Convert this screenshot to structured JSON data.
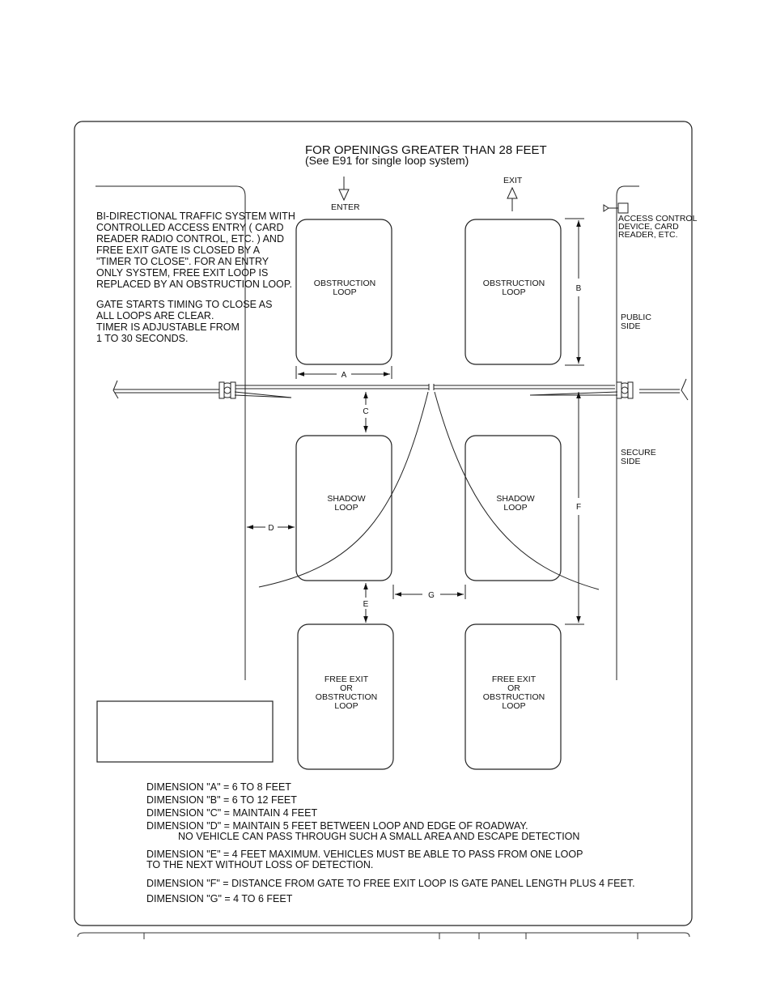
{
  "title": "FOR OPENINGS GREATER THAN 28 FEET",
  "subtitle": "(See E91 for single loop system)",
  "enter_label": "ENTER",
  "exit_label": "EXIT",
  "description_lines": [
    "BI-DIRECTIONAL TRAFFIC SYSTEM WITH",
    "CONTROLLED ACCESS ENTRY ( CARD",
    "READER RADIO CONTROL, ETC. ) AND",
    "FREE EXIT GATE IS CLOSED BY A",
    "\"TIMER TO CLOSE\".  FOR AN ENTRY",
    "ONLY SYSTEM, FREE EXIT LOOP IS",
    "REPLACED BY AN OBSTRUCTION LOOP."
  ],
  "timer_lines": [
    "GATE STARTS TIMING TO CLOSE AS",
    "ALL LOOPS ARE CLEAR.",
    "TIMER IS ADJUSTABLE FROM",
    "1 TO 30 SECONDS."
  ],
  "access_device_lines": [
    "ACCESS CONTROL",
    "DEVICE, CARD",
    "READER, ETC."
  ],
  "public_side_lines": [
    "PUBLIC",
    "SIDE"
  ],
  "secure_side_lines": [
    "SECURE",
    "SIDE"
  ],
  "loops": {
    "obstruction_left": [
      "OBSTRUCTION",
      "LOOP"
    ],
    "obstruction_right": [
      "OBSTRUCTION",
      "LOOP"
    ],
    "shadow_left": [
      "SHADOW",
      "LOOP"
    ],
    "shadow_right": [
      "SHADOW",
      "LOOP"
    ],
    "free_exit_left": [
      "FREE EXIT",
      "OR",
      "OBSTRUCTION",
      "LOOP"
    ],
    "free_exit_right": [
      "FREE EXIT",
      "OR",
      "OBSTRUCTION",
      "LOOP"
    ]
  },
  "dimension_letters": {
    "a": "A",
    "b": "B",
    "c": "C",
    "d": "D",
    "e": "E",
    "f": "F",
    "g": "G"
  },
  "dimension_notes": [
    "DIMENSION \"A\" = 6 TO 8 FEET",
    "DIMENSION \"B\" = 6 TO 12 FEET",
    "DIMENSION \"C\" = MAINTAIN 4 FEET",
    "DIMENSION \"D\" = MAINTAIN 5 FEET BETWEEN LOOP AND EDGE OF ROADWAY.",
    "NO VEHICLE CAN PASS THROUGH SUCH A SMALL AREA AND ESCAPE DETECTION",
    "DIMENSION \"E\" = 4 FEET MAXIMUM. VEHICLES MUST BE ABLE TO PASS FROM ONE LOOP",
    "TO THE NEXT WITHOUT LOSS OF DETECTION.",
    "DIMENSION \"F\" = DISTANCE FROM GATE TO FREE EXIT LOOP IS GATE PANEL LENGTH PLUS 4 FEET.",
    "DIMENSION \"G\" = 4 TO 6 FEET"
  ]
}
